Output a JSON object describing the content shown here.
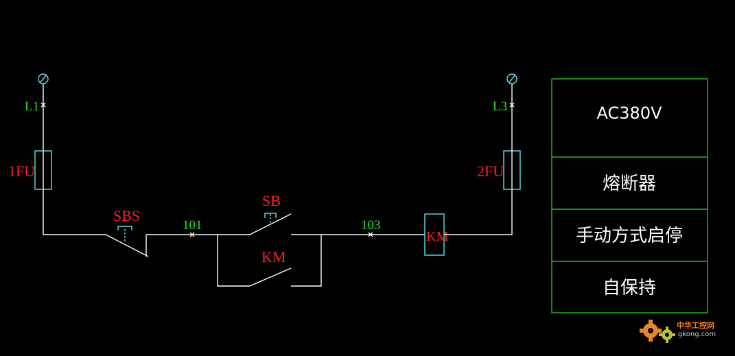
{
  "labels": {
    "l1": "L1",
    "l3": "L3",
    "fu1": "1FU",
    "fu2": "2FU",
    "sbs": "SBS",
    "sb": "SB",
    "km_contact": "KM",
    "km_coil": "KM",
    "node101": "101",
    "node103": "103"
  },
  "legend": {
    "rows": [
      "AC380V",
      "熔断器",
      "手动方式启停",
      "自保持"
    ]
  },
  "watermark": {
    "top": "中华工控网",
    "bottom": "gkong.com"
  },
  "colors": {
    "background": "#000000",
    "wire": "#ffffff",
    "component": "#5ee0f0",
    "label_green": "#22e022",
    "label_red": "#ff2020",
    "box": "#22e022"
  }
}
